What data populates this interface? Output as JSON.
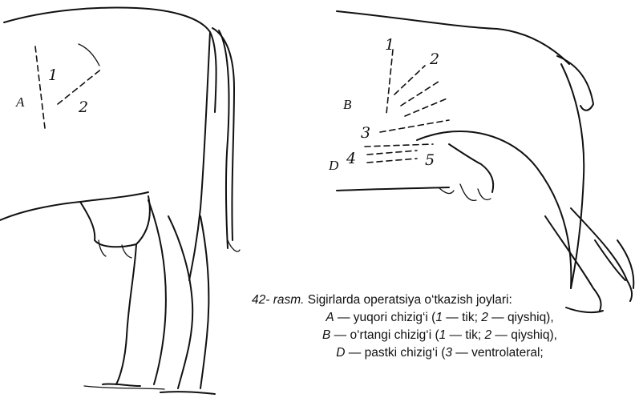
{
  "left_figure": {
    "labels": {
      "A": "A",
      "one": "1",
      "two": "2"
    }
  },
  "right_figure": {
    "labels": {
      "B": "B",
      "D": "D",
      "one": "1",
      "two": "2",
      "three": "3",
      "four": "4",
      "five": "5"
    }
  },
  "caption": {
    "title_ref": "42- rasm.",
    "title_text": "Sigirlarda operatsiya o‘tkazish joylari:",
    "items": [
      {
        "letter": "A",
        "text": "yuqori chizig‘i",
        "n1": "1",
        "t1": "tik;",
        "n2": "2",
        "t2": "qiyshiq),"
      },
      {
        "letter": "B",
        "text": "o‘rtangi chizig‘i",
        "n1": "1",
        "t1": "tik;",
        "n2": "2",
        "t2": "qiyshiq),"
      },
      {
        "letter": "D",
        "text": "pastki chizig‘i",
        "n1": "3",
        "t1": "ventrolateral;"
      }
    ]
  }
}
